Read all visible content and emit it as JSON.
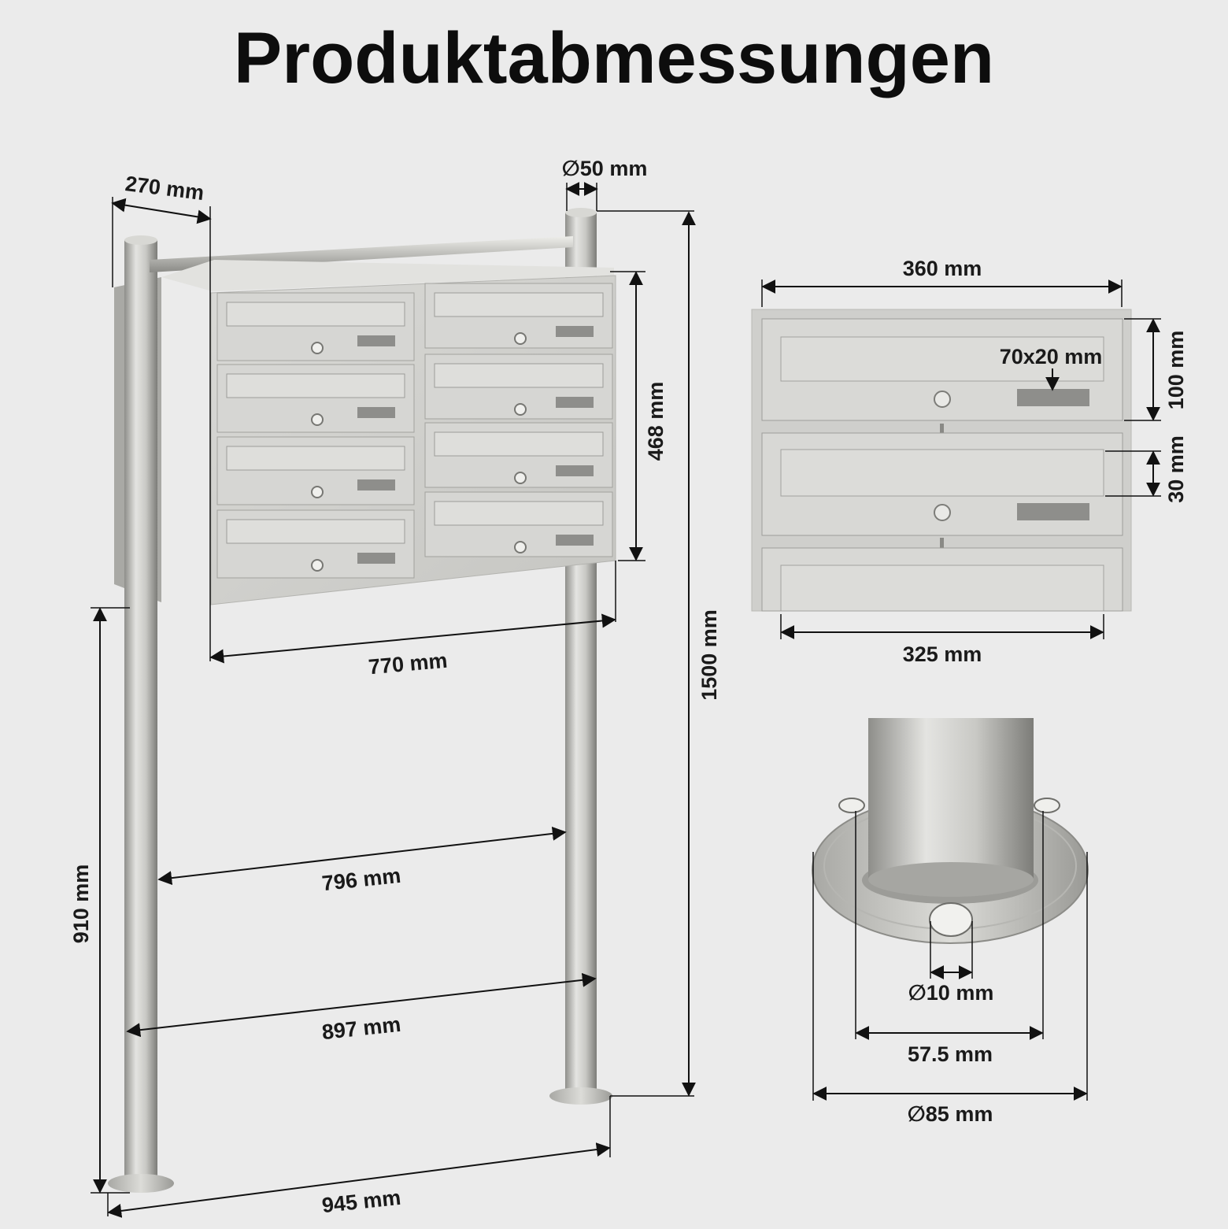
{
  "title": "Produktabmessungen",
  "colors": {
    "background": "#ebebeb",
    "steel": "#cfcfcc",
    "steel_dark": "#9a9a96",
    "text": "#111111"
  },
  "dimensions": {
    "depth": "270 mm",
    "post_diameter": "∅50 mm",
    "box_height": "468 mm",
    "box_width": "770 mm",
    "total_height": "1500 mm",
    "bottom_height": "910 mm",
    "inner_post_spacing": "796 mm",
    "mid_post_spacing": "897 mm",
    "overall_width": "945 mm",
    "unit_width": "360 mm",
    "flap_width": "325 mm",
    "unit_height": "100 mm",
    "flap_height": "30 mm",
    "name_plate": "70x20 mm",
    "hole_diameter": "∅10 mm",
    "hole_spacing": "57.5 mm",
    "base_diameter": "∅85 mm"
  }
}
